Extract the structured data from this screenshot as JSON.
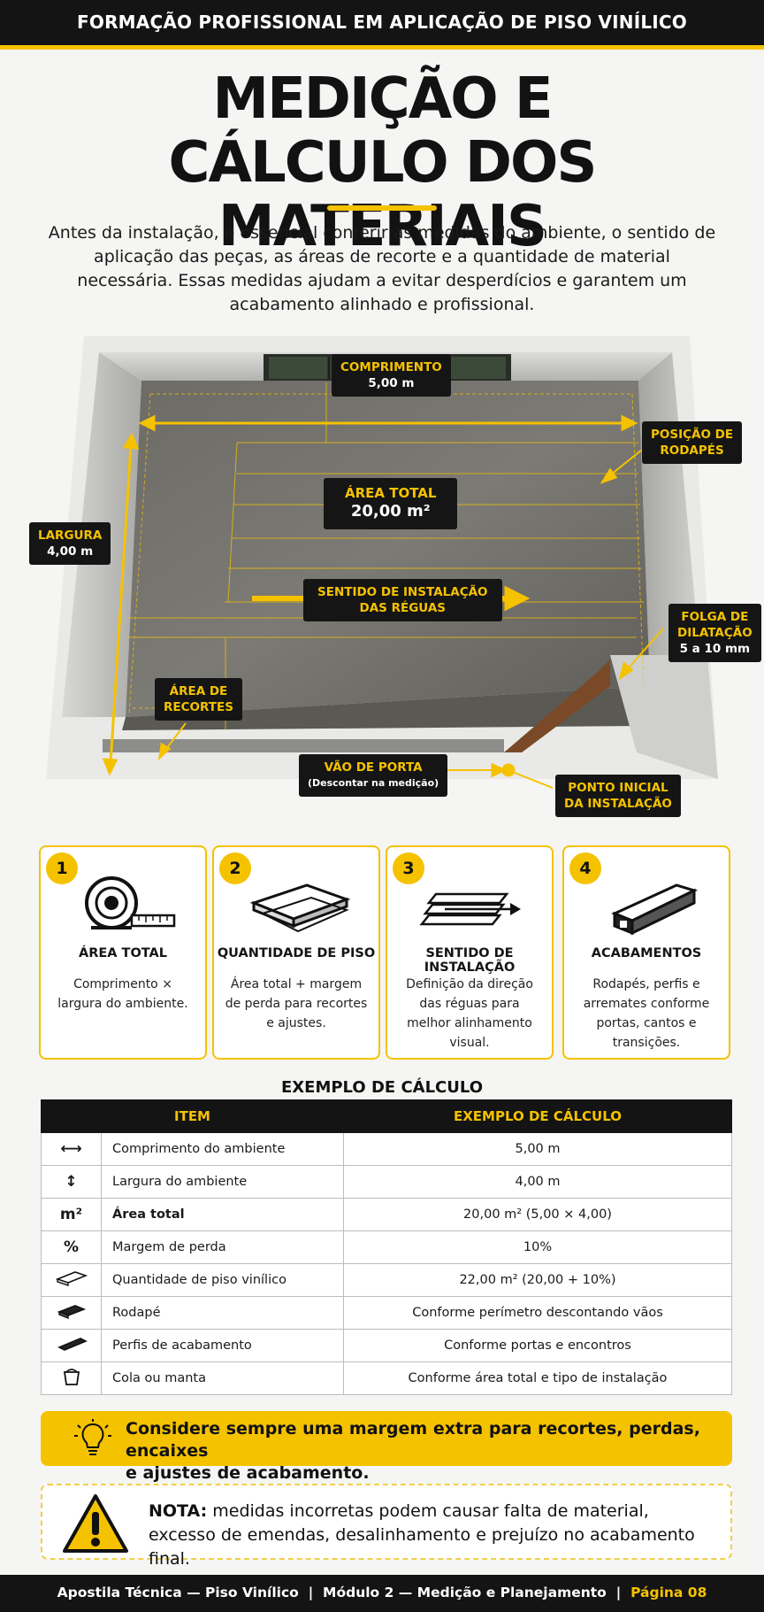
{
  "header": {
    "banner": "FORMAÇÃO PROFISSIONAL EM APLICAÇÃO DE PISO VINÍLICO"
  },
  "title": {
    "line1": "MEDIÇÃO E",
    "line2": "CÁLCULO DOS MATERIAIS"
  },
  "intro": "Antes da instalação, é essencial conferir as medidas do ambiente, o sentido de aplicação das peças, as áreas de recorte e a quantidade de material necessária. Essas medidas ajudam a evitar desperdícios e garantem um acabamento alinhado e profissional.",
  "room": {
    "comprimento": {
      "label": "COMPRIMENTO",
      "value": "5,00 m"
    },
    "largura": {
      "label": "LARGURA",
      "value": "4,00 m"
    },
    "area_total": {
      "label": "ÁREA TOTAL",
      "value": "20,00 m²"
    },
    "sentido": {
      "line1": "SENTIDO DE INSTALAÇÃO",
      "line2": "DAS RÉGUAS"
    },
    "rodapes": {
      "line1": "POSIÇÃO DE",
      "line2": "RODAPÉS"
    },
    "folga": {
      "line1": "FOLGA DE",
      "line2": "DILATAÇÃO",
      "value": "5 a 10 mm"
    },
    "recortes": {
      "line1": "ÁREA DE",
      "line2": "RECORTES"
    },
    "vao": {
      "label": "VÃO DE PORTA",
      "sub": "(Descontar na medição)"
    },
    "ponto": {
      "line1": "PONTO INICIAL",
      "line2": "DA INSTALAÇÃO"
    }
  },
  "cards": [
    {
      "num": "1",
      "title": "ÁREA TOTAL",
      "desc": "Comprimento × largura do ambiente.",
      "icon": "tape-measure-icon"
    },
    {
      "num": "2",
      "title": "QUANTIDADE DE PISO",
      "desc": "Área total + margem de perda para recortes e ajustes.",
      "icon": "floor-planks-icon"
    },
    {
      "num": "3",
      "title": "SENTIDO DE INSTALAÇÃO",
      "desc": "Definição da direção das réguas para melhor alinhamento visual.",
      "icon": "direction-planks-icon"
    },
    {
      "num": "4",
      "title": "ACABAMENTOS",
      "desc": "Rodapés, perfis e arremates conforme portas, cantos e transições.",
      "icon": "profile-trim-icon"
    }
  ],
  "table": {
    "title": "EXEMPLO DE CÁLCULO",
    "headers": [
      "ITEM",
      "EXEMPLO DE CÁLCULO"
    ],
    "rows": [
      {
        "icon": "⟷",
        "item": "Comprimento do ambiente",
        "value": "5,00 m"
      },
      {
        "icon": "↕",
        "item": "Largura do ambiente",
        "value": "4,00 m"
      },
      {
        "icon": "m²",
        "item": "Área total",
        "value": "20,00 m² (5,00 × 4,00)"
      },
      {
        "icon": "%",
        "item": "Margem de perda",
        "value": "10%"
      },
      {
        "icon": "",
        "item": "Quantidade de piso vinílico",
        "value": "22,00 m² (20,00 + 10%)"
      },
      {
        "icon": "",
        "item": "Rodapé",
        "value": "Conforme perímetro descontando vãos"
      },
      {
        "icon": "",
        "item": "Perfis de acabamento",
        "value": "Conforme portas e encontros"
      },
      {
        "icon": "",
        "item": "Cola ou manta",
        "value": "Conforme área total e tipo de instalação"
      }
    ]
  },
  "tip": {
    "line1": "Considere sempre uma margem extra para recortes, perdas, encaixes",
    "line2": "e ajustes de acabamento."
  },
  "note": {
    "label": "NOTA:",
    "line1": " medidas incorretas podem causar falta de material,",
    "line2": "excesso de emendas, desalinhamento e prejuízo no acabamento final."
  },
  "footer": {
    "text": "Apostila Técnica — Piso Vinílico  |  Módulo 2 — Medição e Planejamento  |  ",
    "page": "Página 08"
  },
  "colors": {
    "accent": "#f5c200",
    "dark": "#141414"
  }
}
